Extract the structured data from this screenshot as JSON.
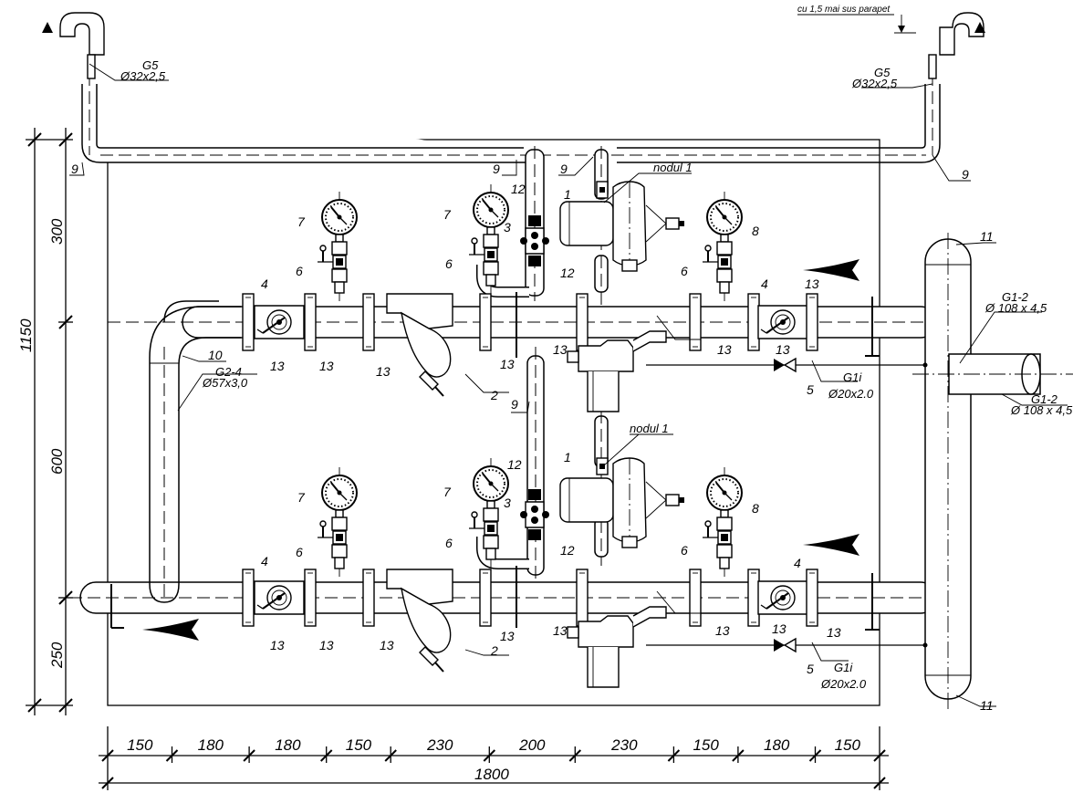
{
  "note": {
    "parapet": "cu 1,5 mai sus parapet"
  },
  "pipes": {
    "g5": "G5",
    "g5_size": "Ø32x2,5",
    "g24": "G2-4",
    "g24_size": "Ø57x3,0",
    "g12": "G1-2",
    "g12_size": "Ø 108 x 4,5",
    "g1i": "G1i",
    "g1i_size": "Ø20x2.0"
  },
  "nodes": {
    "node1": "nodul 1"
  },
  "positions": {
    "p1": "1",
    "p2": "2",
    "p3": "3",
    "p4": "4",
    "p5": "5",
    "p6": "6",
    "p7": "7",
    "p8": "8",
    "p9": "9",
    "p10": "10",
    "p11": "11",
    "p12": "12",
    "p13": "13"
  },
  "dimensions": {
    "horizontal": [
      "150",
      "180",
      "180",
      "150",
      "230",
      "200",
      "230",
      "150",
      "180",
      "150"
    ],
    "overall_width": "1800",
    "vertical": [
      "300",
      "600",
      "250"
    ],
    "overall_height": "1150"
  }
}
